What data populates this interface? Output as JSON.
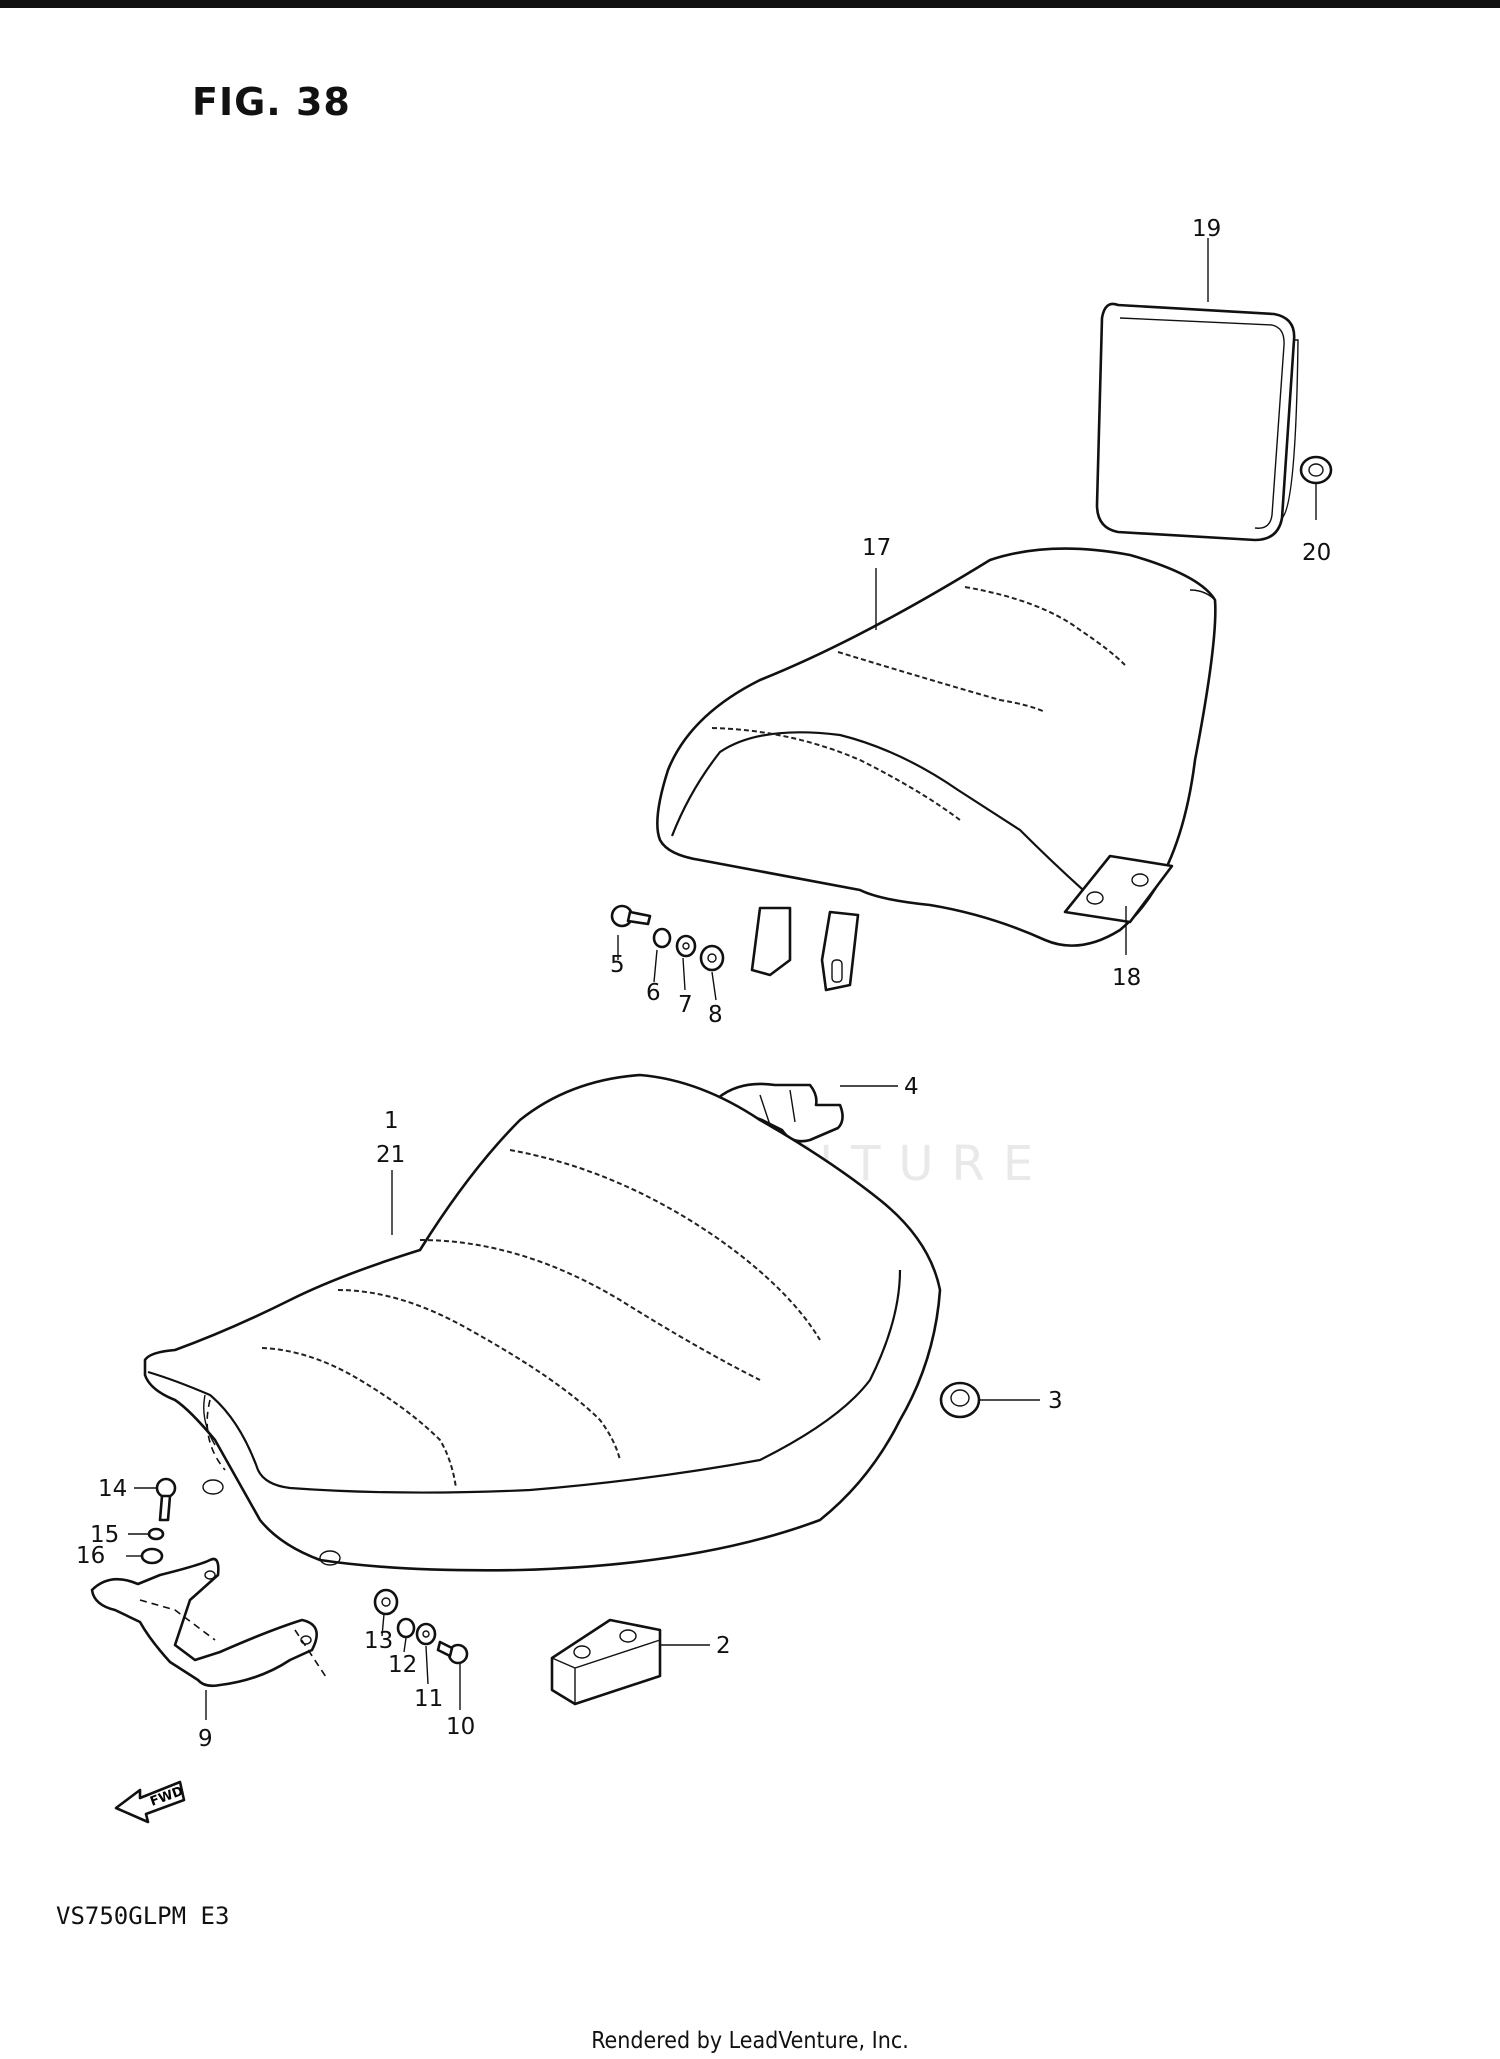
{
  "figure": {
    "title": "FIG. 38"
  },
  "model_code": "VS750GLPM  E3",
  "footer": "Rendered by LeadVenture, Inc.",
  "watermark": "LEADVENTURE",
  "fwd_label": "FWD",
  "callouts": [
    {
      "id": "1",
      "label": "1"
    },
    {
      "id": "21",
      "label": "21"
    },
    {
      "id": "2",
      "label": "2"
    },
    {
      "id": "3",
      "label": "3"
    },
    {
      "id": "4",
      "label": "4"
    },
    {
      "id": "5",
      "label": "5"
    },
    {
      "id": "6",
      "label": "6"
    },
    {
      "id": "7",
      "label": "7"
    },
    {
      "id": "8",
      "label": "8"
    },
    {
      "id": "9",
      "label": "9"
    },
    {
      "id": "10",
      "label": "10"
    },
    {
      "id": "11",
      "label": "11"
    },
    {
      "id": "12",
      "label": "12"
    },
    {
      "id": "13",
      "label": "13"
    },
    {
      "id": "14",
      "label": "14"
    },
    {
      "id": "15",
      "label": "15"
    },
    {
      "id": "16",
      "label": "16"
    },
    {
      "id": "17",
      "label": "17"
    },
    {
      "id": "18",
      "label": "18"
    },
    {
      "id": "19",
      "label": "19"
    },
    {
      "id": "20",
      "label": "20"
    }
  ]
}
